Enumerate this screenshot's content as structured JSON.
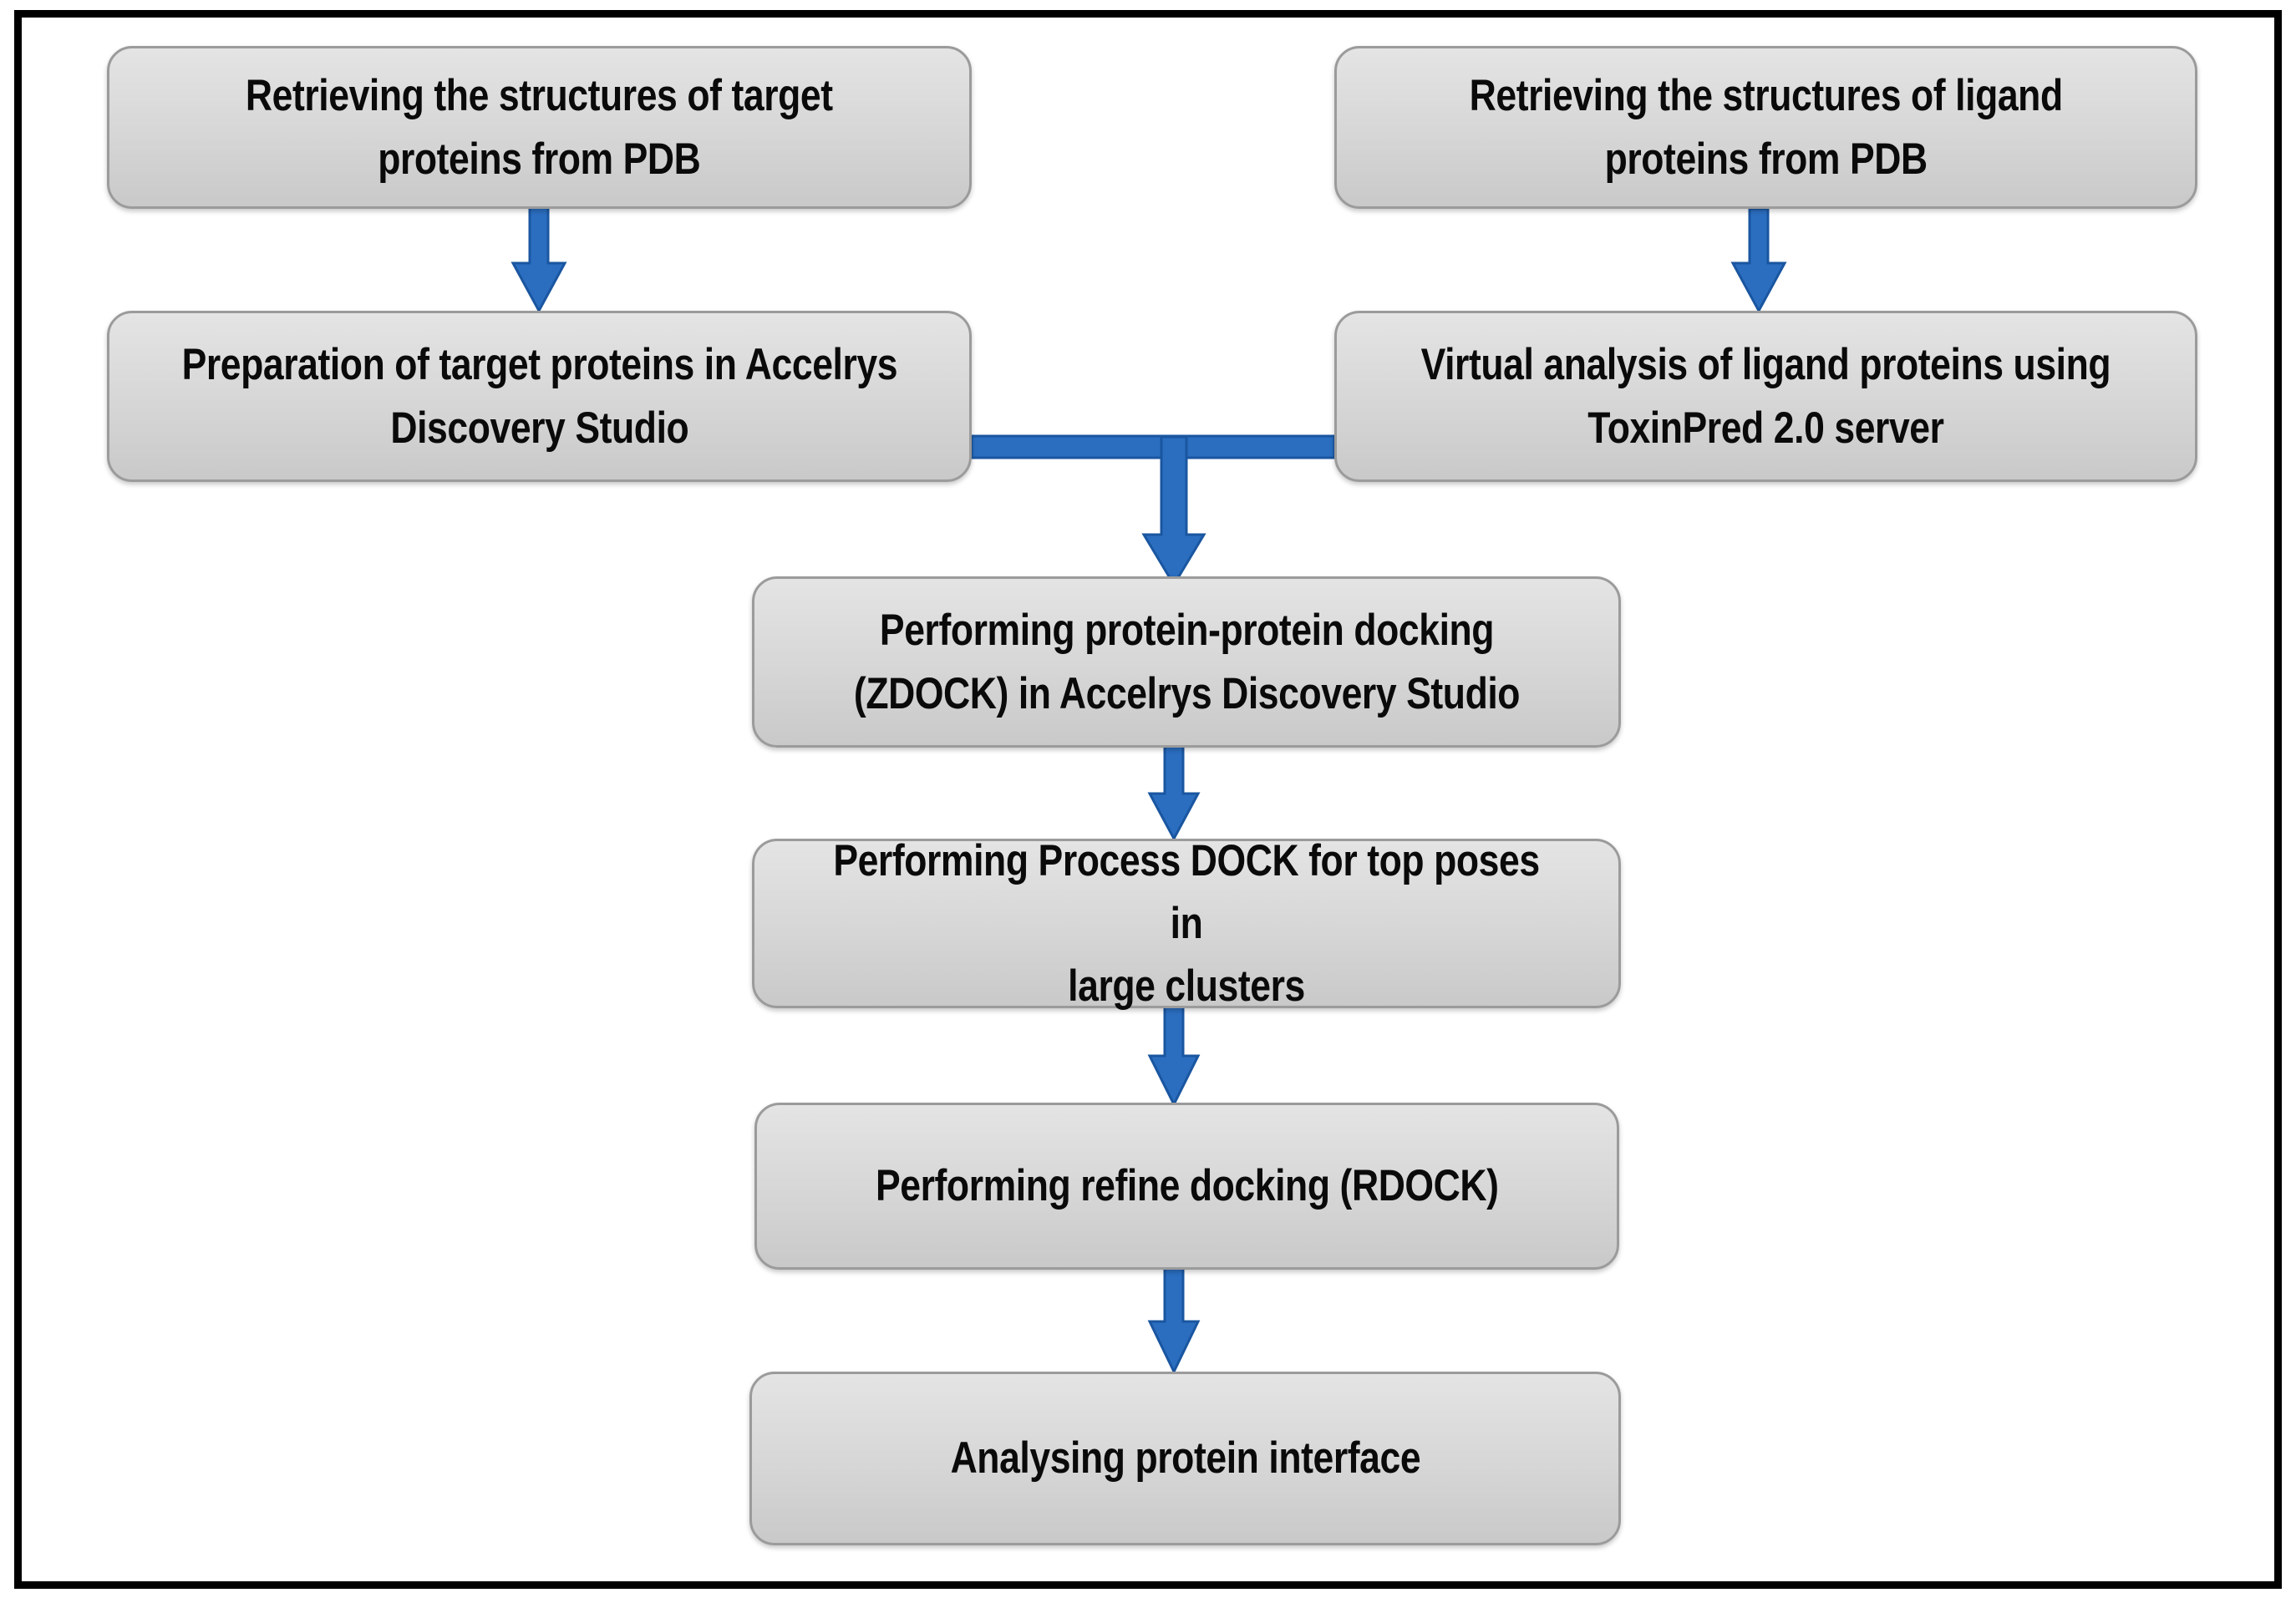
{
  "diagram": {
    "type": "flowchart",
    "nodes": [
      {
        "id": "retrieve-target",
        "label": "Retrieving the structures of target\nproteins from PDB"
      },
      {
        "id": "retrieve-ligand",
        "label": "Retrieving the structures of ligand\nproteins from PDB"
      },
      {
        "id": "prepare-target",
        "label": "Preparation of target proteins in Accelrys\nDiscovery Studio"
      },
      {
        "id": "virtual-analysis",
        "label": "Virtual analysis of ligand proteins using\nToxinPred 2.0 server"
      },
      {
        "id": "zdock",
        "label": "Performing protein-protein docking\n(ZDOCK) in Accelrys Discovery Studio"
      },
      {
        "id": "process-dock",
        "label": "Performing Process DOCK for top poses in\nlarge clusters"
      },
      {
        "id": "rdock",
        "label": "Performing refine docking (RDOCK)"
      },
      {
        "id": "analyse",
        "label": "Analysing protein interface"
      }
    ],
    "edges": [
      {
        "from": "retrieve-target",
        "to": "prepare-target"
      },
      {
        "from": "retrieve-ligand",
        "to": "virtual-analysis"
      },
      {
        "from": "prepare-target",
        "to": "zdock"
      },
      {
        "from": "virtual-analysis",
        "to": "zdock"
      },
      {
        "from": "zdock",
        "to": "process-dock"
      },
      {
        "from": "process-dock",
        "to": "rdock"
      },
      {
        "from": "rdock",
        "to": "analyse"
      }
    ]
  },
  "colors": {
    "arrow": "#2B6EC0",
    "arrow_outline": "#1A56A0",
    "node_fill_top": "#E4E4E4",
    "node_fill_bottom": "#C9C9C9",
    "node_border": "#9B9B9B",
    "frame_border": "#000000",
    "text": "#0A0A0A"
  }
}
